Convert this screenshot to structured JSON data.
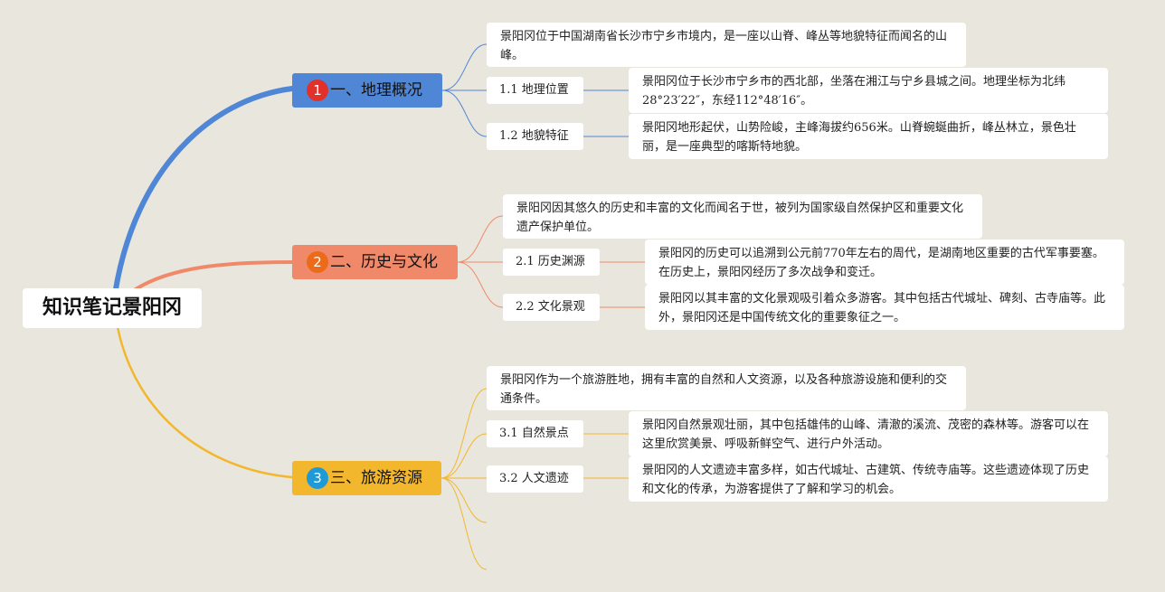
{
  "root": {
    "label": "知识笔记景阳冈"
  },
  "colors": {
    "background": "#e9e6de",
    "branch1": "#4f86d6",
    "branch2": "#f0896a",
    "branch3": "#f2b72d",
    "badge1": "#e2302a",
    "badge2": "#ec6b1a",
    "badge3": "#1f9ad6"
  },
  "branches": [
    {
      "badge": "1",
      "label": "一、地理概况",
      "summary": "景阳冈位于中国湖南省长沙市宁乡市境内，是一座以山脊、峰丛等地貌特征而闻名的山峰。",
      "subs": [
        {
          "label": "1.1 地理位置",
          "detail": "景阳冈位于长沙市宁乡市的西北部，坐落在湘江与宁乡县城之间。地理坐标为北纬28°23′22″，东经112°48′16″。"
        },
        {
          "label": "1.2 地貌特征",
          "detail": "景阳冈地形起伏，山势险峻，主峰海拔约656米。山脊蜿蜒曲折，峰丛林立，景色壮丽，是一座典型的喀斯特地貌。"
        }
      ]
    },
    {
      "badge": "2",
      "label": "二、历史与文化",
      "summary": "景阳冈因其悠久的历史和丰富的文化而闻名于世，被列为国家级自然保护区和重要文化遗产保护单位。",
      "subs": [
        {
          "label": "2.1 历史渊源",
          "detail": "景阳冈的历史可以追溯到公元前770年左右的周代，是湖南地区重要的古代军事要塞。在历史上，景阳冈经历了多次战争和变迁。"
        },
        {
          "label": "2.2 文化景观",
          "detail": "景阳冈以其丰富的文化景观吸引着众多游客。其中包括古代城址、碑刻、古寺庙等。此外，景阳冈还是中国传统文化的重要象征之一。"
        }
      ]
    },
    {
      "badge": "3",
      "label": "三、旅游资源",
      "summary": "景阳冈作为一个旅游胜地，拥有丰富的自然和人文资源，以及各种旅游设施和便利的交通条件。",
      "subs": [
        {
          "label": "3.1 自然景点",
          "detail": "景阳冈自然景观壮丽，其中包括雄伟的山峰、清澈的溪流、茂密的森林等。游客可以在这里欣赏美景、呼吸新鲜空气、进行户外活动。"
        },
        {
          "label": "3.2 人文遗迹",
          "detail": "景阳冈的人文遗迹丰富多样，如古代城址、古建筑、传统寺庙等。这些遗迹体现了历史和文化的传承，为游客提供了了解和学习的机会。"
        }
      ]
    }
  ]
}
